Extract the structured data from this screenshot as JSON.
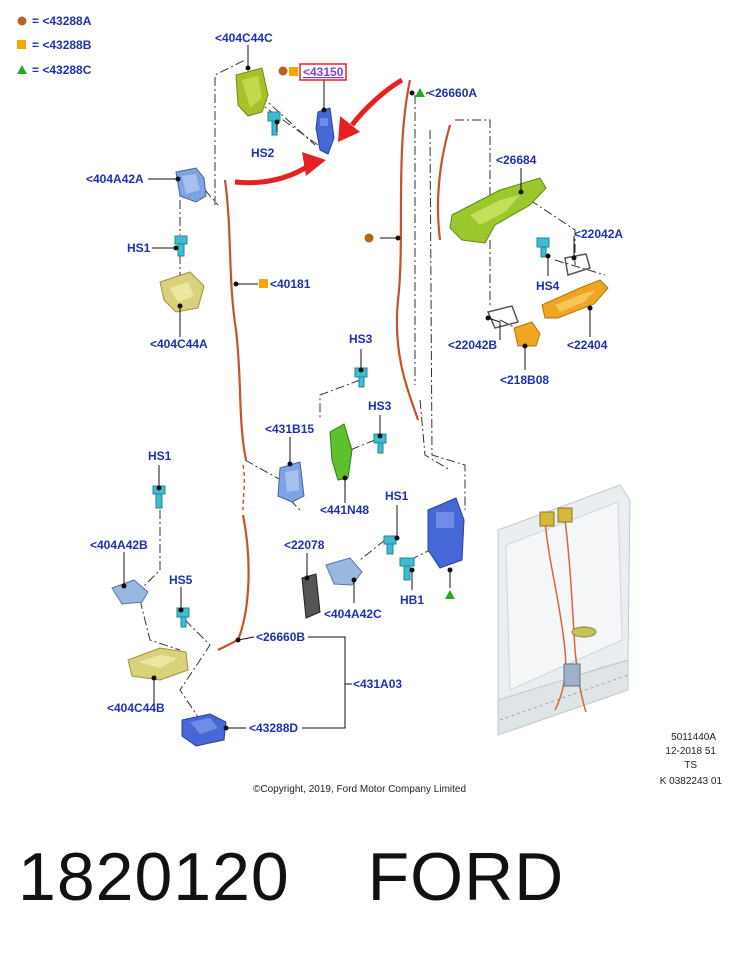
{
  "legend": {
    "items": [
      {
        "label": "= <43288A",
        "color": "#b5651d",
        "shape": "circle"
      },
      {
        "label": "= <43288B",
        "color": "#f2a900",
        "shape": "square"
      },
      {
        "label": "= <43288C",
        "color": "#22aa22",
        "shape": "triangle"
      }
    ]
  },
  "callouts": {
    "c404C44C": "<404C44C",
    "c43150": "<43150",
    "hs2": "HS2",
    "c404A42A": "<404A42A",
    "hs1_top": "HS1",
    "c404C44A": "<404C44A",
    "c40181": "<40181",
    "c26660A": "<26660A",
    "c26684": "<26684",
    "c22042A": "<22042A",
    "hs4": "HS4",
    "c22042B": "<22042B",
    "c22404": "<22404",
    "c218B08": "<218B08",
    "hs3_a": "HS3",
    "hs3_b": "HS3",
    "c431B15": "<431B15",
    "c441N48": "<441N48",
    "hs1_left": "HS1",
    "hs1_right": "HS1",
    "c404A42B": "<404A42B",
    "c22078": "<22078",
    "hs5": "HS5",
    "c404A42C": "<404A42C",
    "hb1": "HB1",
    "c26660B": "<26660B",
    "c431A03": "<431A03",
    "c404C44B": "<404C44B",
    "c43288D": "<43288D"
  },
  "info": {
    "line1": "5011440A",
    "line2": "12-2018 51",
    "line3": "TS",
    "line4": "K 0382243 01"
  },
  "copyright": "©Copyright, 2019, Ford Motor Company Limited",
  "footer": {
    "part_number": "1820120",
    "brand": "FORD"
  },
  "colors": {
    "highlight": "#e52222",
    "callout_text": "#1f2fb0",
    "cable": "#c8502a"
  }
}
